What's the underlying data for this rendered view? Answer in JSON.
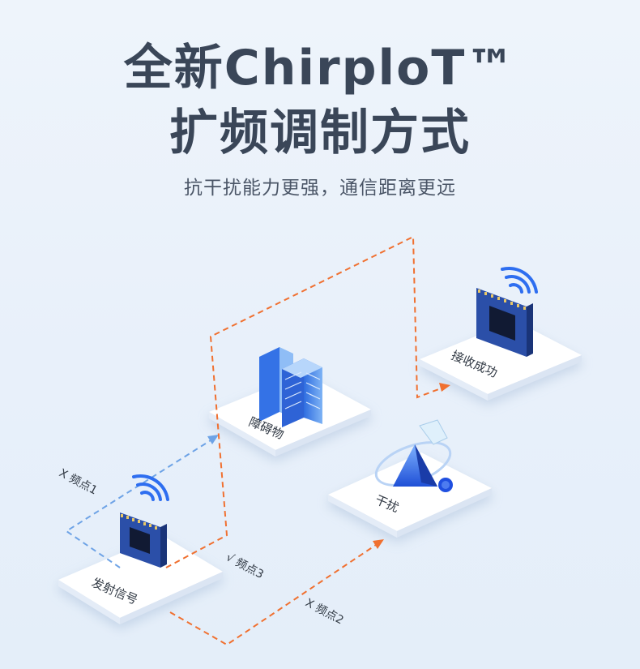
{
  "header": {
    "title_line1": "全新ChirploT™",
    "title_line2": "扩频调制方式",
    "subtitle": "抗干扰能力更强，通信距离更远"
  },
  "nodes": {
    "transmit": "发射信号",
    "obstacle": "障碍物",
    "interference": "干扰",
    "receive": "接收成功"
  },
  "paths": {
    "freq1": "X 频点1",
    "freq2": "X 频点2",
    "freq3": "√ 频点3"
  },
  "colors": {
    "blue_path": "#6ea3e6",
    "orange_path": "#f07030",
    "chip_blue": "#2b4fa8"
  }
}
